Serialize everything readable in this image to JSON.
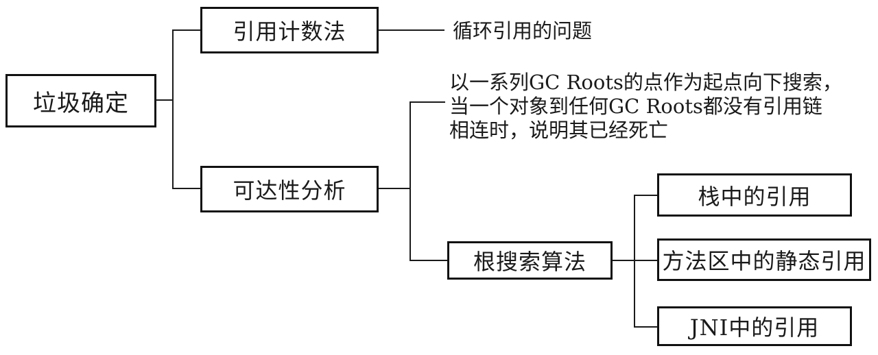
{
  "diagram": {
    "title_hint": "garbage-determination-mindmap",
    "root": {
      "label": "垃圾确定"
    },
    "nodes": {
      "ref_count": {
        "label": "引用计数法"
      },
      "reachability": {
        "label": "可达性分析"
      },
      "root_search": {
        "label": "根搜索算法"
      },
      "stack_ref": {
        "label": "栈中的引用"
      },
      "method_area_ref": {
        "label": "方法区中的静态引用"
      },
      "jni_ref": {
        "label": "JNI中的引用"
      }
    },
    "annotations": {
      "cyclic_problem": "循环引用的问题",
      "gc_roots_line1": "以一系列GC Roots的点作为起点向下搜索，",
      "gc_roots_line2": "当一个对象到任何GC Roots都没有引用链",
      "gc_roots_line3": "相连时，说明其已经死亡"
    },
    "colors": {
      "background": "#ffffff",
      "border": "#111111",
      "line": "#1a1a1a",
      "text": "#1a1a1a"
    }
  }
}
